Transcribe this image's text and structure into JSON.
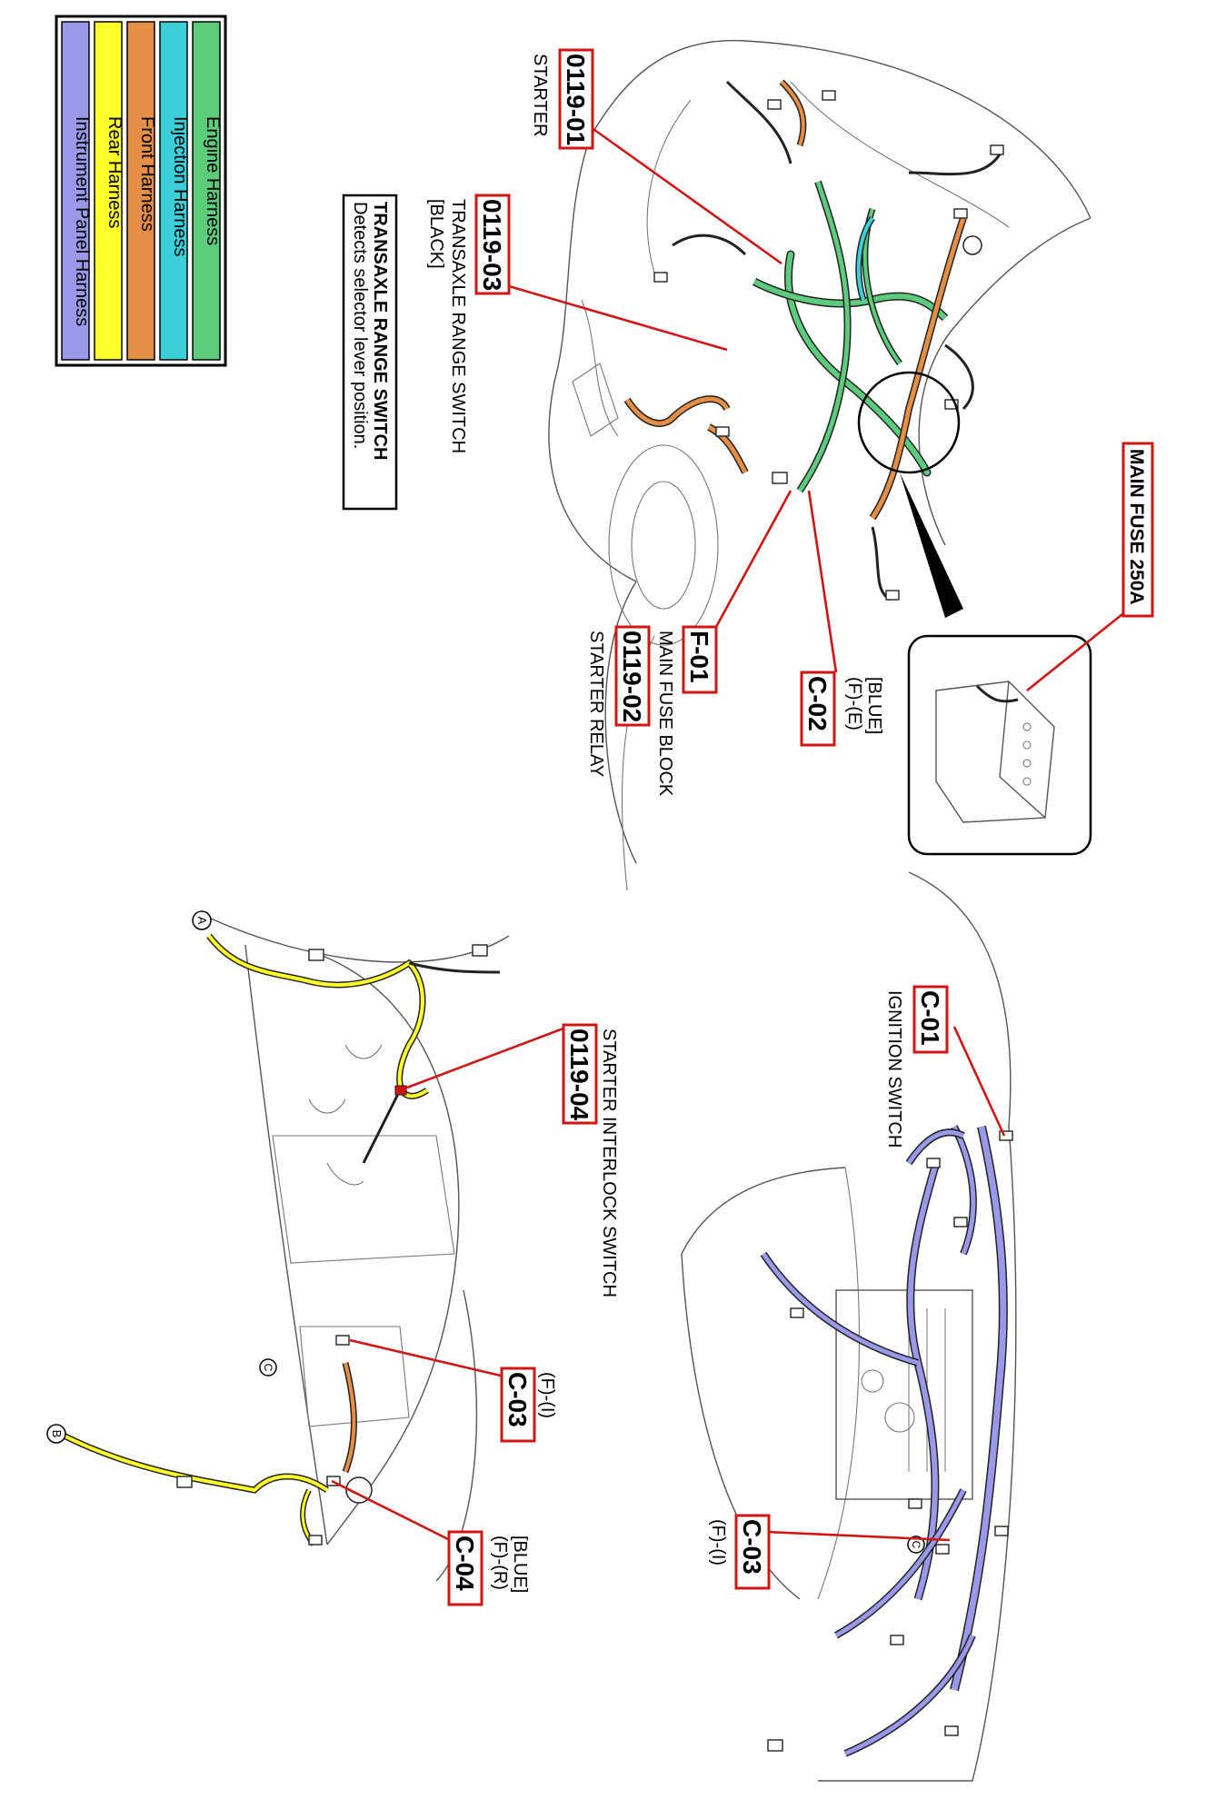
{
  "legend": {
    "items": [
      {
        "label": "Engine Harness",
        "color": "#5ccb7c"
      },
      {
        "label": "Injection Harness",
        "color": "#3ccfd8"
      },
      {
        "label": "Front Harness",
        "color": "#e48f45"
      },
      {
        "label": "Rear Harness",
        "color": "#ffff2a"
      },
      {
        "label": "Instrument Panel Harness",
        "color": "#9a98e8"
      }
    ]
  },
  "callouts": {
    "c0119_01": {
      "code": "0119-01",
      "name": "STARTER"
    },
    "c0119_03": {
      "code": "0119-03",
      "name": "TRANSAXLE RANGE SWITCH",
      "color": "[BLACK]"
    },
    "trs_box": {
      "title": "TRANSAXLE RANGE SWITCH",
      "desc": "Detects selector lever position."
    },
    "main_fuse": {
      "name": "MAIN FUSE 250A"
    },
    "c_02": {
      "code": "C-02",
      "color": "[BLUE]",
      "pos": "(F)-(E)"
    },
    "f_01": {
      "code": "F-01",
      "name": "MAIN FUSE BLOCK"
    },
    "c0119_02": {
      "code": "0119-02",
      "name": "STARTER RELAY"
    },
    "c_01": {
      "code": "C-01",
      "name": "IGNITION SWITCH"
    },
    "c_03_ip": {
      "code": "C-03",
      "pos": "(F)-(I)"
    },
    "c0119_04": {
      "code": "0119-04",
      "name": "STARTER INTERLOCK SWITCH"
    },
    "c_03_rear": {
      "code": "C-03",
      "pos": "(F)-(I)"
    },
    "c_04": {
      "code": "C-04",
      "color": "[BLUE]",
      "pos": "(F)-(R)"
    }
  },
  "markers": {
    "a": "A",
    "b": "B",
    "c1": "C",
    "c2": "C"
  }
}
